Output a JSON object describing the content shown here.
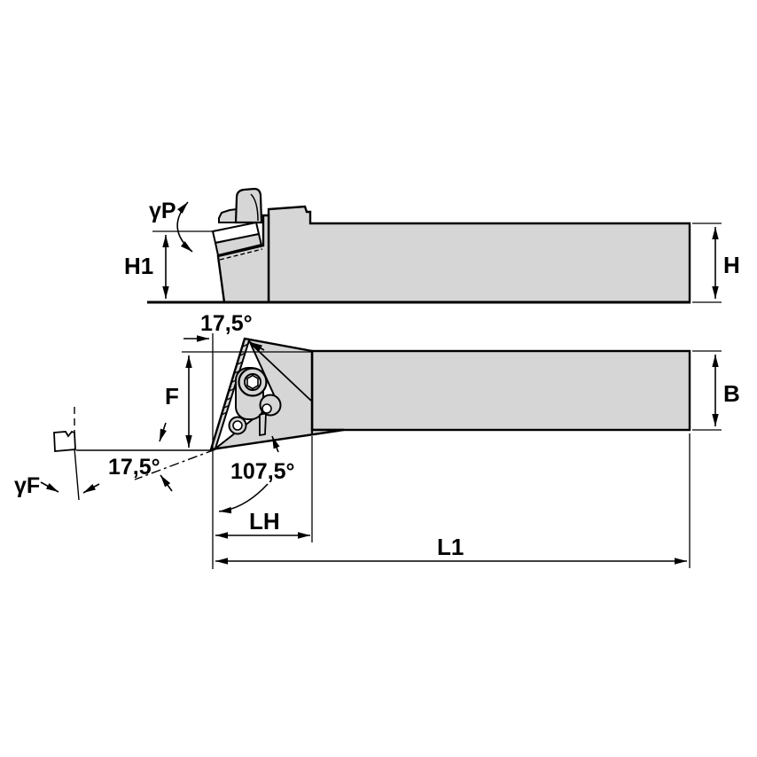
{
  "diagram": {
    "type": "technical-drawing",
    "subject": "lathe toolholder two-view dimension drawing",
    "colors": {
      "body": "#d6d6d6",
      "line": "#000000",
      "background": "#ffffff"
    },
    "labels": {
      "gamma_p": "γP",
      "h1": "H1",
      "h": "H",
      "lead_angle_plan": "17,5°",
      "f": "F",
      "lead_angle_incl": "17,5°",
      "gamma_f": "γF",
      "included_angle": "107,5°",
      "lh": "LH",
      "l1": "L1",
      "b": "B"
    }
  }
}
